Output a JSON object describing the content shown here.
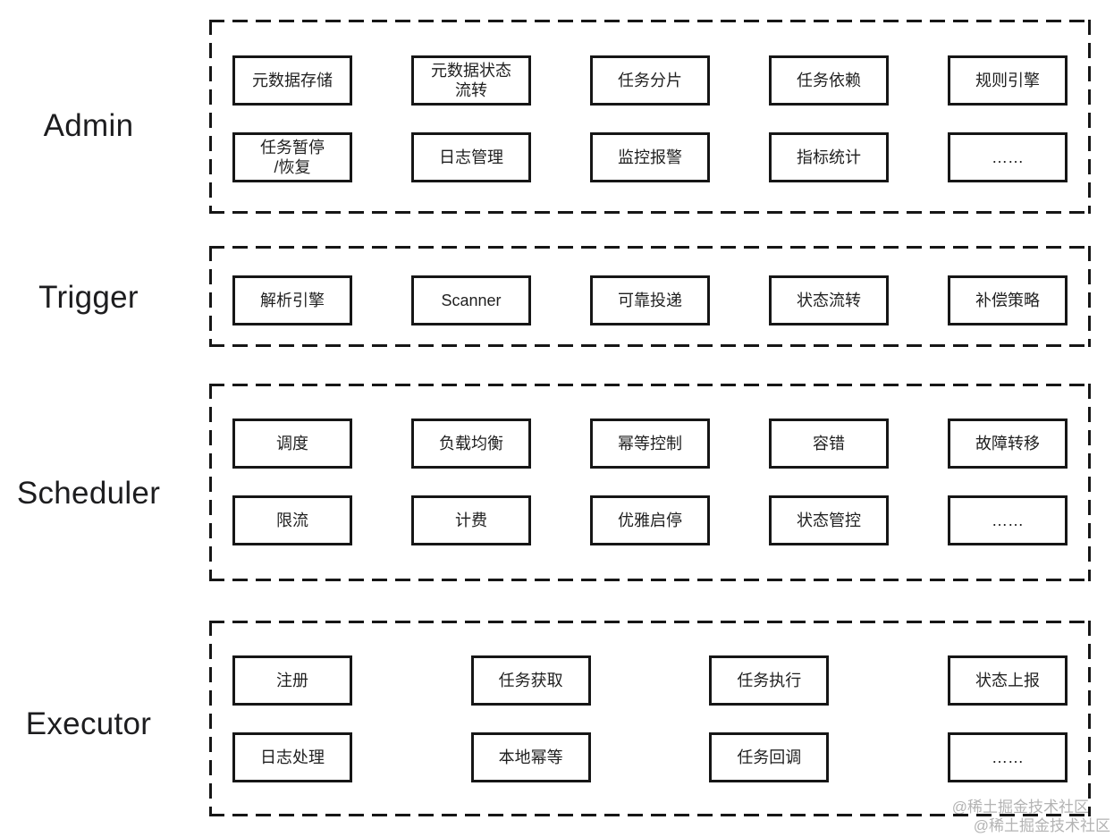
{
  "sections": [
    {
      "id": "admin",
      "label": "Admin",
      "rows": [
        [
          "元数据存储",
          "元数据状态\n流转",
          "任务分片",
          "任务依赖",
          "规则引擎"
        ],
        [
          "任务暂停\n/恢复",
          "日志管理",
          "监控报警",
          "指标统计",
          "……"
        ]
      ]
    },
    {
      "id": "trigger",
      "label": "Trigger",
      "rows": [
        [
          "解析引擎",
          "Scanner",
          "可靠投递",
          "状态流转",
          "补偿策略"
        ]
      ]
    },
    {
      "id": "scheduler",
      "label": "Scheduler",
      "rows": [
        [
          "调度",
          "负载均衡",
          "幂等控制",
          "容错",
          "故障转移"
        ],
        [
          "限流",
          "计费",
          "优雅启停",
          "状态管控",
          "……"
        ]
      ]
    },
    {
      "id": "executor",
      "label": "Executor",
      "rows": [
        [
          "注册",
          "任务获取",
          "任务执行",
          "状态上报"
        ],
        [
          "日志处理",
          "本地幂等",
          "任务回调",
          "……"
        ]
      ]
    }
  ],
  "watermark": {
    "lines": [
      "@稀土掘金技术社区",
      "@稀土掘金技术社区"
    ]
  },
  "colors": {
    "background": "#ffffff",
    "line": "#161616",
    "text": "#1f1f1f",
    "section_label": "#1d1d1f",
    "watermark": "#b3b3b3"
  }
}
